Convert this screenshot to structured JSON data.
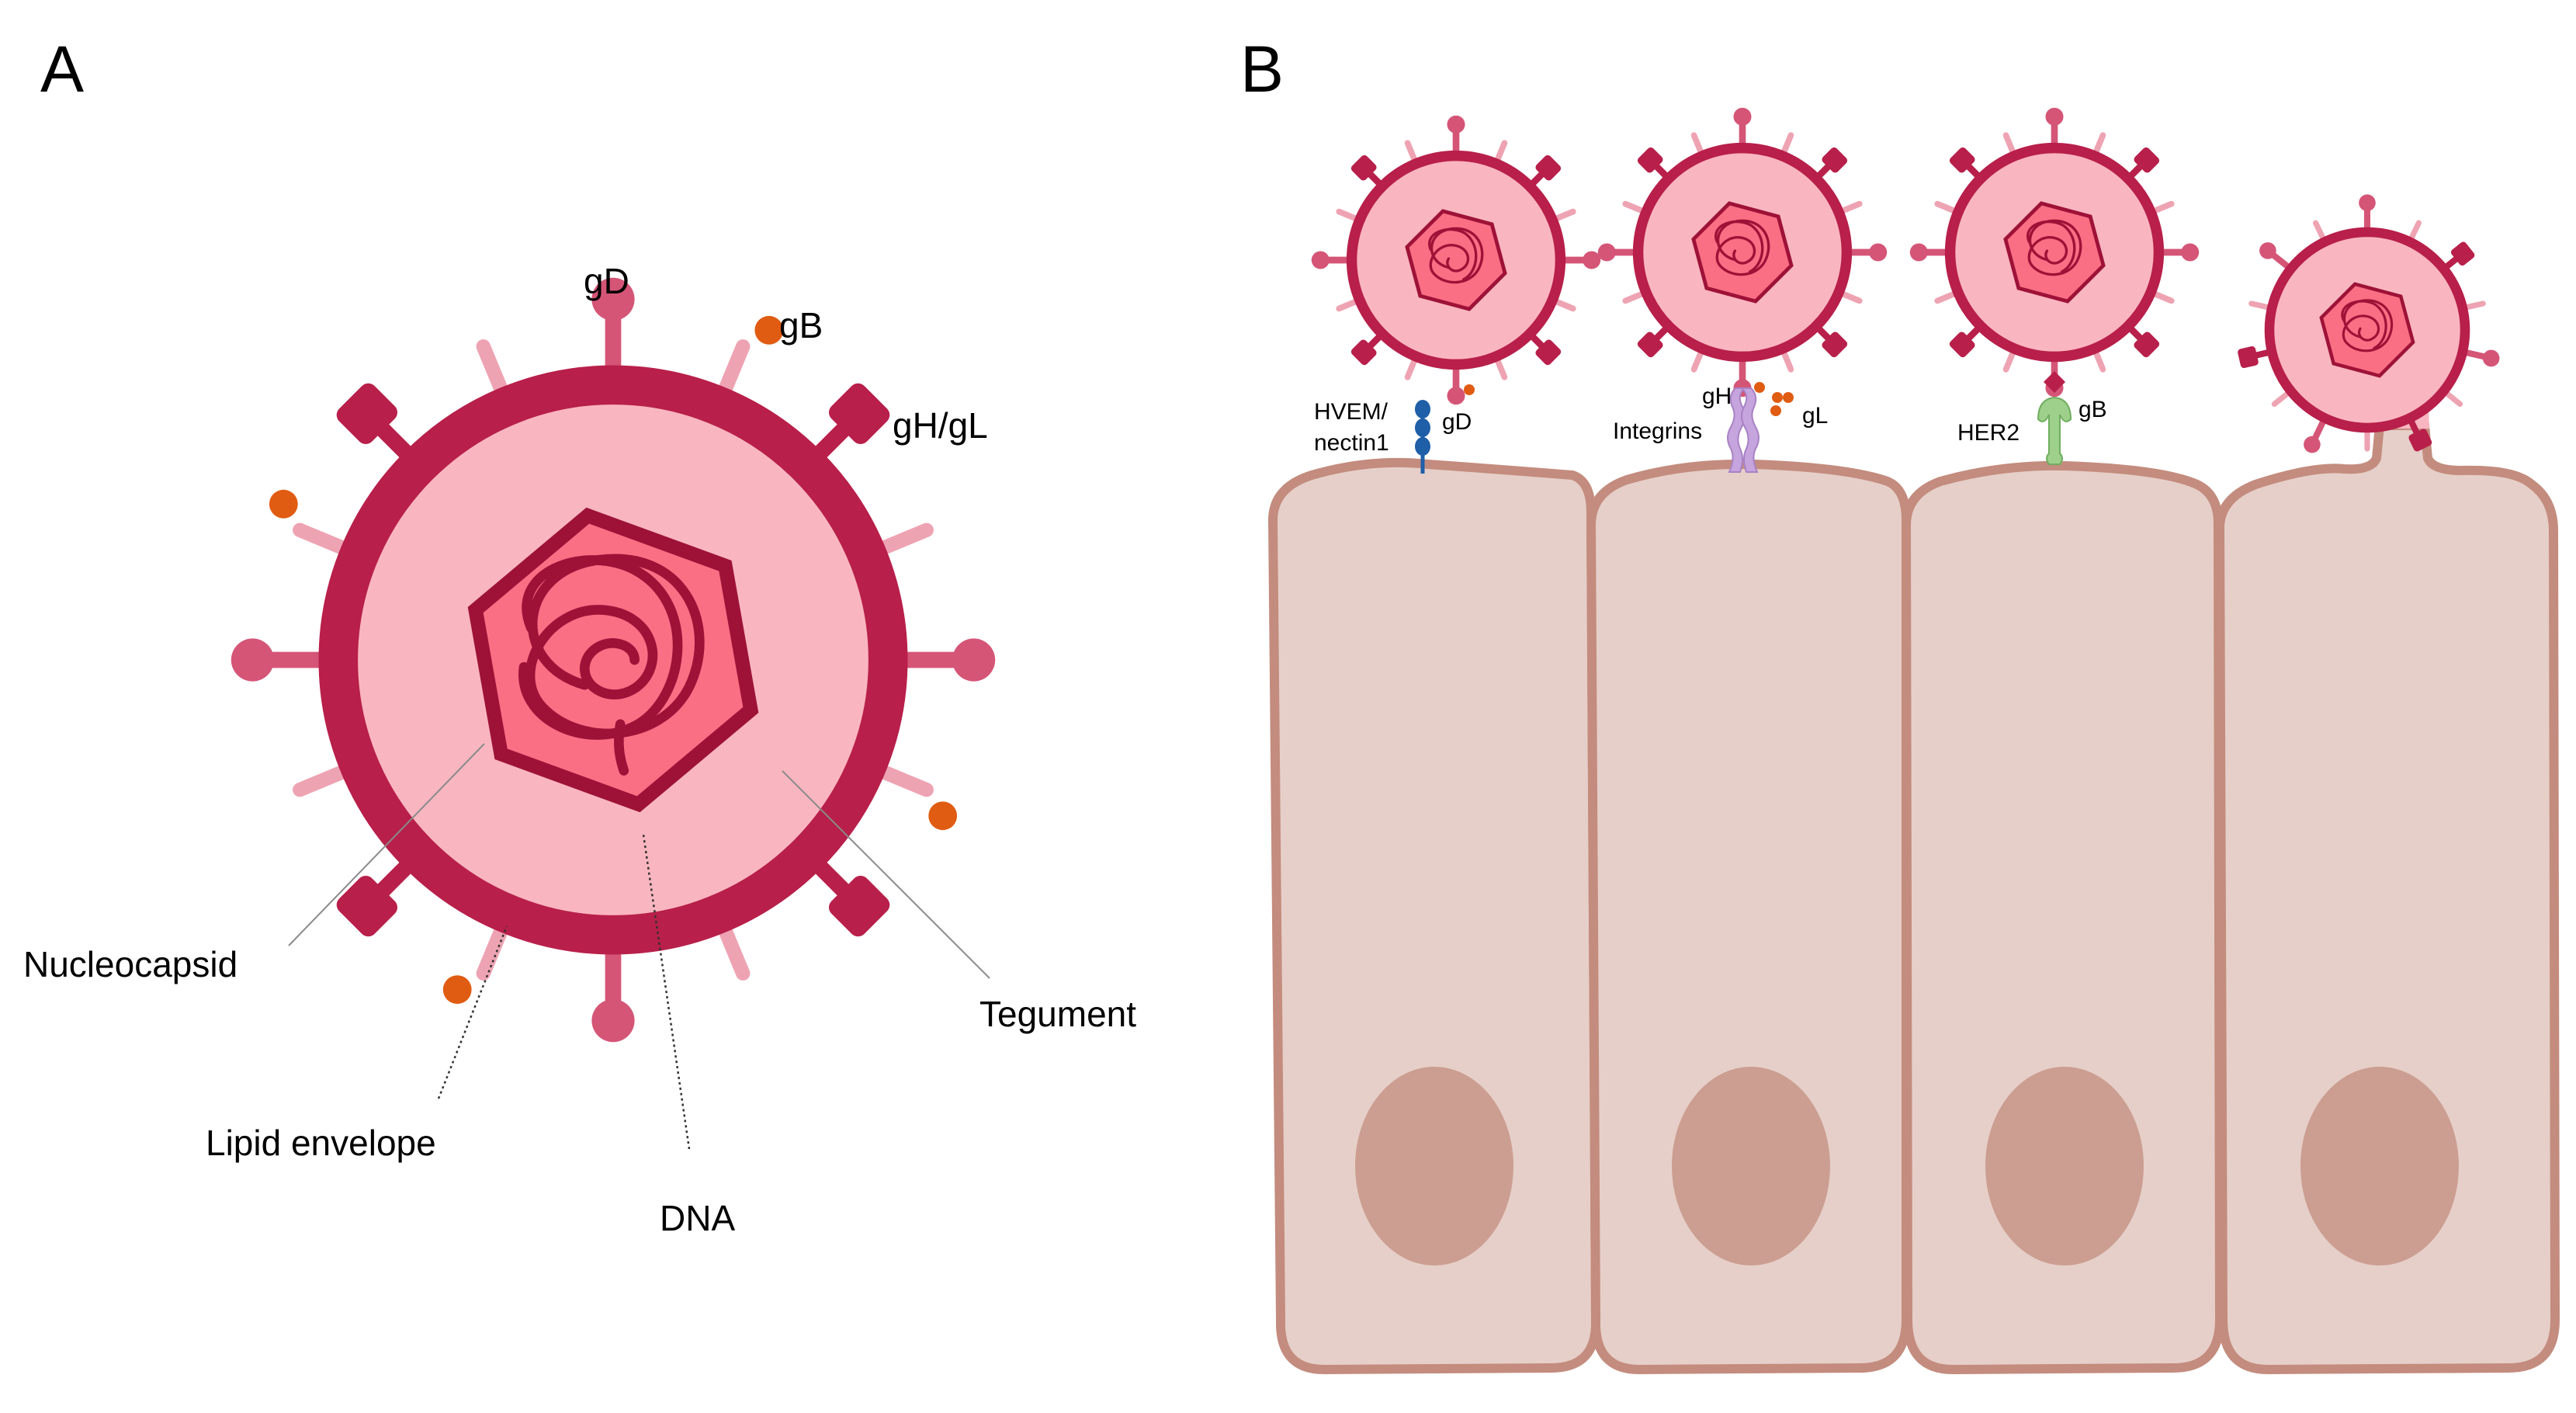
{
  "panels": {
    "a": {
      "letter": "A"
    },
    "b": {
      "letter": "B"
    }
  },
  "panel_a": {
    "labels": {
      "gd": "gD",
      "gb": "gB",
      "ghgl": "gH/gL",
      "nucleocapsid": "Nucleocapsid",
      "tegument": "Tegument",
      "lipid_envelope": "Lipid envelope",
      "dna": "DNA"
    }
  },
  "panel_b": {
    "labels": {
      "hvem": "HVEM/",
      "nectin1": "nectin1",
      "gd": "gD",
      "gh": "gH",
      "gl": "gL",
      "integrins": "Integrins",
      "her2": "HER2",
      "gb": "gB"
    }
  },
  "colors": {
    "virion_envelope": "#b81f4a",
    "virion_tegument": "#f9b6c0",
    "capsid_fill": "#fa6f84",
    "capsid_stroke": "#9e1238",
    "glycoprotein_gd": "#d55577",
    "glycoprotein_gb": "#b81f4a",
    "glycoprotein_light": "#eea3b3",
    "glycoprotein_ghgl": "#e05c12",
    "hvem_receptor": "#1f5fa8",
    "integrin_receptor": "#c6a4dd",
    "her2_receptor": "#9ed08c",
    "cell_fill": "#e6cfc8",
    "cell_stroke": "#c38c7e",
    "nucleus_fill": "#cb9e91"
  },
  "icons": {
    "virion": "herpesvirus-virion-icon",
    "cell": "epithelial-cell-icon",
    "nucleus": "cell-nucleus-icon"
  }
}
